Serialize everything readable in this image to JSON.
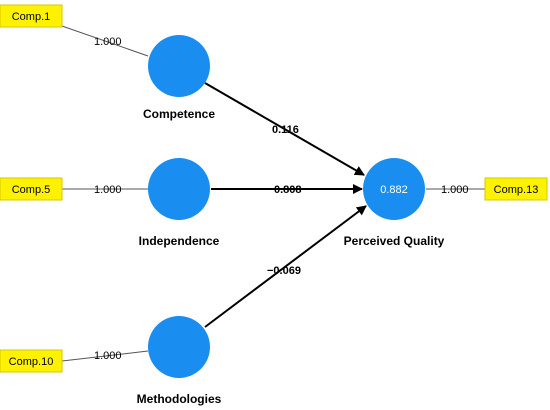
{
  "indicators": {
    "comp1": "Comp.1",
    "comp5": "Comp.5",
    "comp10": "Comp.10",
    "comp13": "Comp.13"
  },
  "constructs": {
    "competence": "Competence",
    "independence": "Independence",
    "methodologies": "Methodologies",
    "perceived_quality": "Perceived Quality",
    "perceived_quality_r2": "0.882"
  },
  "loadings": {
    "comp1": "1.000",
    "comp5": "1.000",
    "comp10": "1.000",
    "comp13": "1.000"
  },
  "paths": {
    "competence": "0.116",
    "independence": "0.808",
    "methodologies": "−0.069"
  },
  "colors": {
    "construct_fill": "#1a8ef0",
    "indicator_fill": "#fff200"
  }
}
